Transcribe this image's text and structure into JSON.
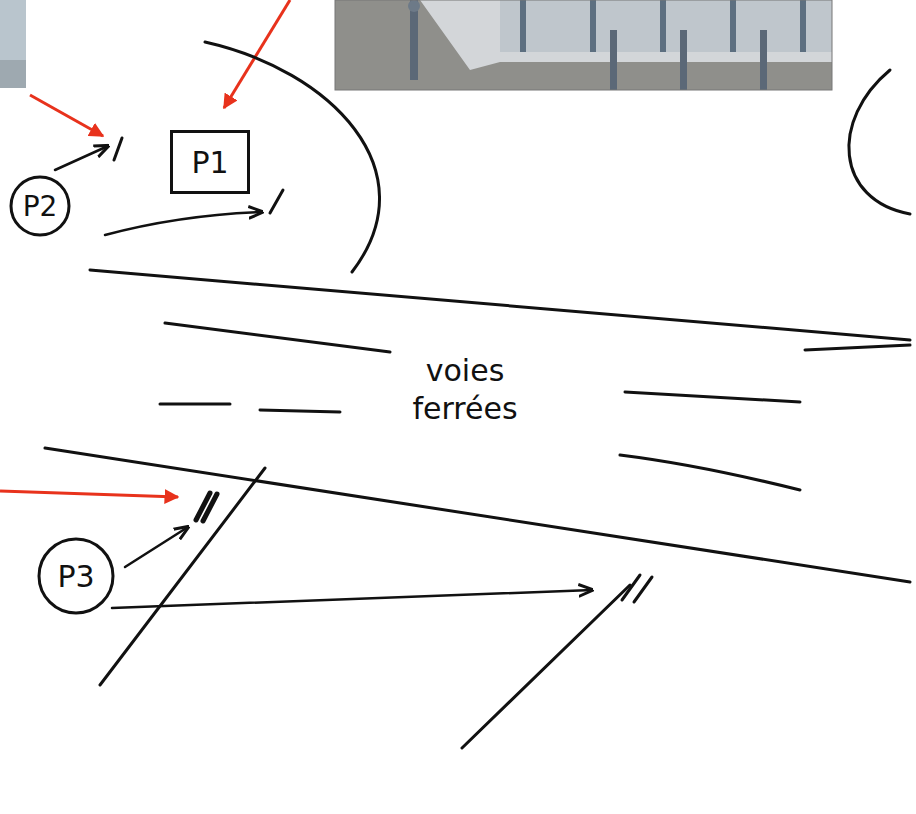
{
  "diagram": {
    "nodes": [
      {
        "text": [
          "P1"
        ]
      },
      {
        "text": [
          "P2"
        ]
      },
      {
        "text": [
          "P3"
        ]
      }
    ],
    "labels": [
      "voies ferrées"
    ]
  }
}
